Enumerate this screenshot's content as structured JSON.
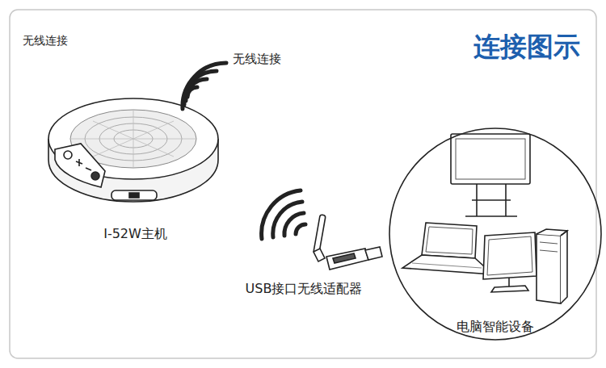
{
  "diagram": {
    "title": "连接图示",
    "nodes": [
      {
        "text": [
          "I-52W主机"
        ]
      },
      {
        "text": [
          "USB接口无线适配器"
        ]
      },
      {
        "text": [
          "电脑智能设备"
        ]
      }
    ],
    "labels": [
      "无线连接",
      "无线连接"
    ]
  }
}
